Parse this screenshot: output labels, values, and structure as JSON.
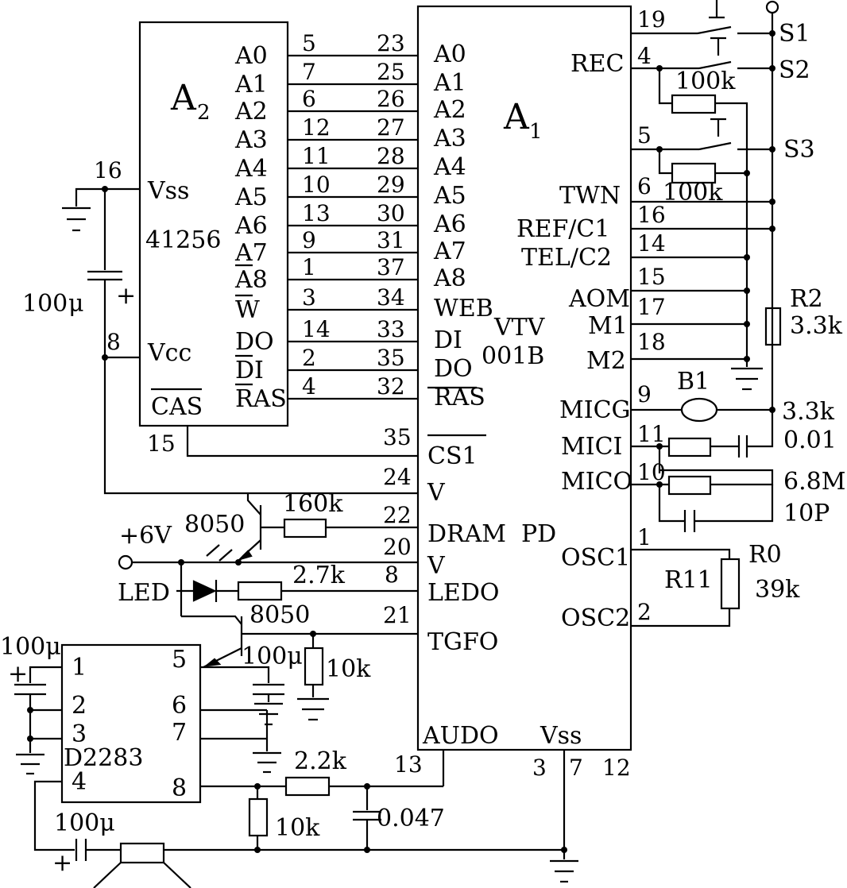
{
  "chips": {
    "a2": {
      "label": "A",
      "sub": "2",
      "part": "41256"
    },
    "a1": {
      "label": "A",
      "sub": "1",
      "part_line1": "VTV",
      "part_line2": "001B"
    },
    "d2283": {
      "label": "D2283"
    }
  },
  "a2_right": [
    {
      "pin": "A0",
      "num": "5"
    },
    {
      "pin": "A1",
      "num": "7"
    },
    {
      "pin": "A2",
      "num": "6"
    },
    {
      "pin": "A3",
      "num": "12"
    },
    {
      "pin": "A4",
      "num": "11"
    },
    {
      "pin": "A5",
      "num": "10"
    },
    {
      "pin": "A6",
      "num": "13"
    },
    {
      "pin": "A7",
      "num": "9"
    },
    {
      "pin": "A8",
      "num": "1"
    },
    {
      "pin": "W",
      "num": "3"
    },
    {
      "pin": "DO",
      "num": "14"
    },
    {
      "pin": "DI",
      "num": "2"
    },
    {
      "pin": "RAS",
      "num": "4"
    }
  ],
  "a2_left": [
    {
      "pin": "Vss",
      "num": "16"
    },
    {
      "pin": "Vcc",
      "num": "8"
    },
    {
      "pin": "CAS",
      "num": "15"
    }
  ],
  "a1_left": [
    {
      "pin": "A0",
      "num": "23"
    },
    {
      "pin": "A1",
      "num": "25"
    },
    {
      "pin": "A2",
      "num": "26"
    },
    {
      "pin": "A3",
      "num": "27"
    },
    {
      "pin": "A4",
      "num": "28"
    },
    {
      "pin": "A5",
      "num": "29"
    },
    {
      "pin": "A6",
      "num": "30"
    },
    {
      "pin": "A7",
      "num": "31"
    },
    {
      "pin": "A8",
      "num": "37"
    },
    {
      "pin": "WEB",
      "num": "34"
    },
    {
      "pin": "DI",
      "num": "33"
    },
    {
      "pin": "DO",
      "num": "35"
    },
    {
      "pin": "RAS",
      "num": "32"
    },
    {
      "pin": "CS1",
      "num": "35"
    },
    {
      "pin": "V",
      "num": "24"
    },
    {
      "pin": "DRAM",
      "num": "22"
    },
    {
      "pin": "V",
      "num": "20"
    },
    {
      "pin": "LEDO",
      "num": "8"
    },
    {
      "pin": "TGFO",
      "num": "21"
    },
    {
      "pin": "AUDO",
      "num": "13"
    }
  ],
  "a1_pd": "PD",
  "a1_right": [
    {
      "pin": "",
      "num": "19"
    },
    {
      "pin": "REC",
      "num": "4"
    },
    {
      "pin": "",
      "num": "5"
    },
    {
      "pin": "TWN",
      "num": "6"
    },
    {
      "pin": "REF/C1",
      "num": "16"
    },
    {
      "pin": "TEL/C2",
      "num": "14"
    },
    {
      "pin": "",
      "num": "15"
    },
    {
      "pin": "AOM",
      "num": "17"
    },
    {
      "pin": "M1",
      "num": ""
    },
    {
      "pin": "M2",
      "num": "18"
    },
    {
      "pin": "MICG",
      "num": "9"
    },
    {
      "pin": "MICI",
      "num": "11"
    },
    {
      "pin": "MICO",
      "num": "10"
    },
    {
      "pin": "OSC1",
      "num": "1"
    },
    {
      "pin": "OSC2",
      "num": "2"
    }
  ],
  "a1_bottom": {
    "vss": "Vss",
    "pins": [
      "3",
      "7",
      "12"
    ]
  },
  "d2283_pins": {
    "p1": "1",
    "p2": "2",
    "p3": "3",
    "p4": "4",
    "p5": "5",
    "p6": "6",
    "p7": "7",
    "p8": "8"
  },
  "labels": {
    "s1": "S1",
    "s2": "S2",
    "s3": "S3",
    "r_100k_a": "100k",
    "r_100k_b": "100k",
    "r2": "R2",
    "r2_val": "3.3k",
    "b1": "B1",
    "r_3_3k": "3.3k",
    "c_001": "0.01",
    "r_6_8m": "6.8M",
    "c_10p": "10P",
    "r0": "R0",
    "r11": "R11",
    "r11_val": "39k",
    "c_100u_a": "100",
    "c_100u_a_unit": "μ",
    "plus_a": "+",
    "v6": "+6V",
    "t1": "8050",
    "r_160k": "160k",
    "led": "LED",
    "r_2_7k": "2.7k",
    "t2": "8050",
    "c_100u_b": "100μ",
    "r_10k_a": "10k",
    "c_100u_c": "100μ",
    "plus_c": "+",
    "r_2_2k": "2.2k",
    "r_10k_b": "10k",
    "c_0047": "0.047",
    "c_100u_d": "100μ",
    "plus_d": "+"
  }
}
